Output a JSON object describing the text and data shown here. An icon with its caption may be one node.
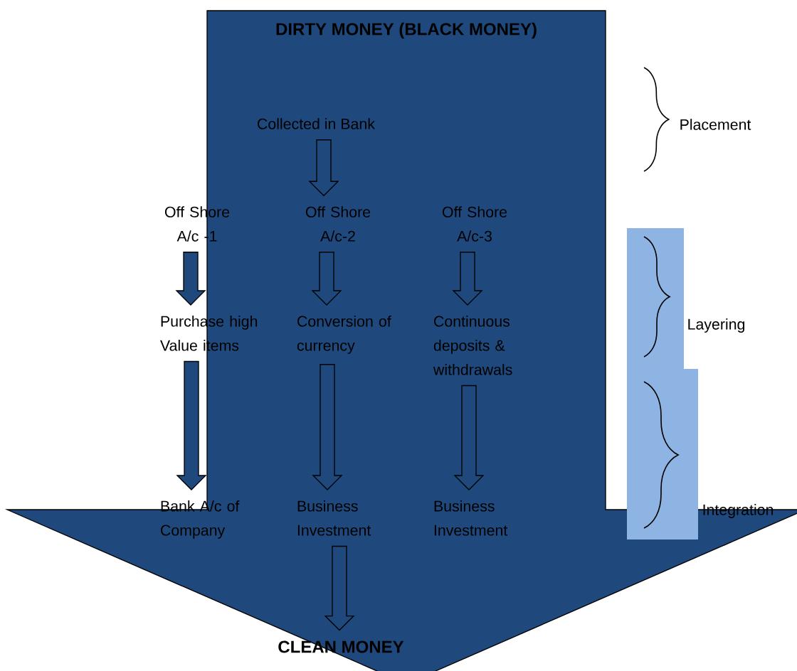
{
  "diagram": {
    "nodes": [
      {
        "text": [
          "DIRTY MONEY (BLACK MONEY)"
        ]
      },
      {
        "text": [
          "Collected in Bank"
        ],
        "in": 0
      },
      {
        "text": [
          "Off Shore A/c -1"
        ]
      },
      {
        "text": [
          "Off Shore A/c-2"
        ],
        "in": 0
      },
      {
        "text": [
          "Off Shore A/c-3"
        ],
        "in": 0
      },
      {
        "text": [
          "Purchase high Value items"
        ],
        "in": 0
      },
      {
        "text": [
          "Conversion of currency"
        ],
        "in": 0
      },
      {
        "text": [
          "Continuous deposits & withdrawals"
        ],
        "in": 0
      },
      {
        "text": [
          "Bank A/c of Company"
        ],
        "in": 0
      },
      {
        "text": [
          "Business Investment"
        ],
        "in": 0
      },
      {
        "text": [
          "Business Investment"
        ],
        "in": 0
      },
      {
        "text": [
          "CLEAN MONEY"
        ],
        "in": 0
      }
    ],
    "edges": [
      {
        "from": 1,
        "to": 3,
        "arrow": "to"
      },
      {
        "from": 2,
        "to": 5,
        "arrow": "to"
      },
      {
        "from": 3,
        "to": 6,
        "arrow": "to"
      },
      {
        "from": 4,
        "to": 7,
        "arrow": "to"
      },
      {
        "from": 5,
        "to": 8,
        "arrow": "to"
      },
      {
        "from": 6,
        "to": 9,
        "arrow": "to"
      },
      {
        "from": 7,
        "to": 10,
        "arrow": "to"
      },
      {
        "from": 9,
        "to": 11,
        "arrow": "to"
      }
    ],
    "labels": [
      "Placement",
      "Layering",
      "Integration"
    ]
  }
}
